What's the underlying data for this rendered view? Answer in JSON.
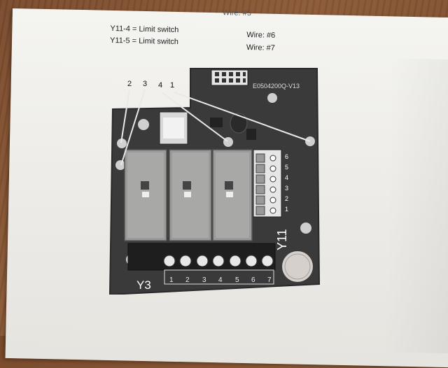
{
  "document": {
    "lines": [
      {
        "left": "Y11-4 = Limit switch",
        "right": "Wire: #6"
      },
      {
        "left": "Y11-5 = Limit switch",
        "right": "Wire: #7"
      }
    ],
    "top_partial": "Wire: #5"
  },
  "callouts": [
    "2",
    "3",
    "4",
    "1"
  ],
  "board": {
    "part_number": "E0504200Q-V13",
    "connector_y11_label": "Y11",
    "connector_y11_pins": [
      "1",
      "2",
      "3",
      "4",
      "5",
      "6"
    ],
    "connector_y3_label": "Y3",
    "connector_y3_pins": [
      "1",
      "2",
      "3",
      "4",
      "5",
      "6",
      "7"
    ]
  },
  "colors": {
    "pcb": "#3a3a3a",
    "relay": "#9a9a98",
    "paper": "#eeeeea",
    "table": "#7a4a2c"
  }
}
